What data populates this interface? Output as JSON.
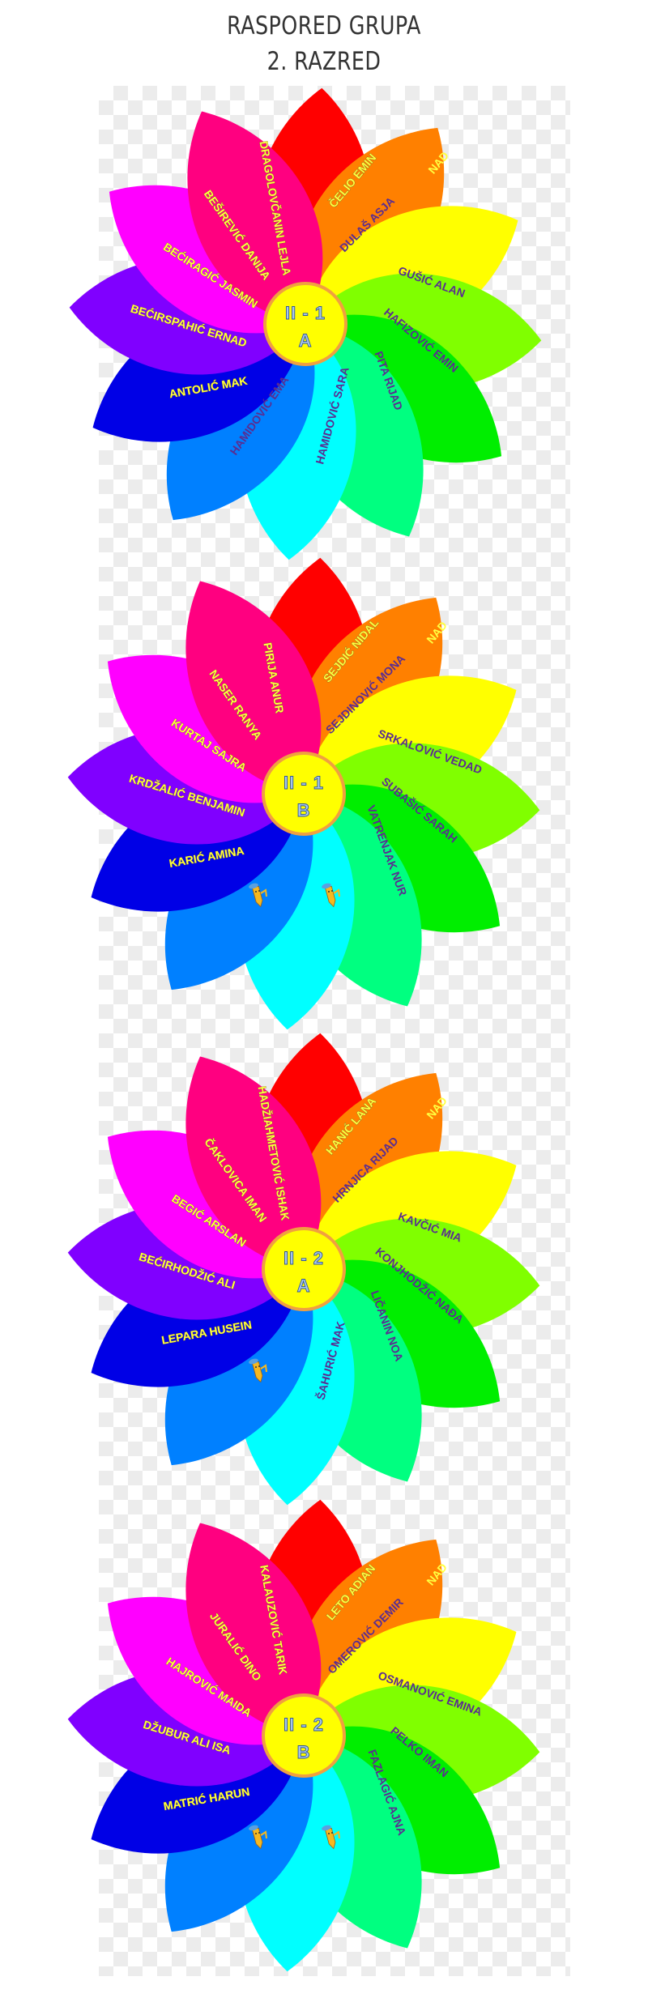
{
  "title": {
    "line1": "RASPORED GRUPA",
    "line2": "2. RAZRED"
  },
  "colors": {
    "petals": [
      "#ff0000",
      "#ff8000",
      "#ffff00",
      "#80ff00",
      "#00ee00",
      "#00ff80",
      "#00ffff",
      "#0080ff",
      "#0000e6",
      "#8000ff",
      "#ff00ff",
      "#ff0080"
    ],
    "text_light": "#ffff40",
    "text_dark": "#5a2d91",
    "circle_fill": "#ffff00",
    "circle_border": "#f0a040"
  },
  "ghost_text": "NAD",
  "flowers": [
    {
      "group": "II - 1",
      "section": "A",
      "petals": [
        "DRAGOLOVČANIN LEJLA",
        "ČELIO EMIN",
        "DULAŠ ASJA",
        "GUŠIĆ ALAN",
        "HAFIZOVIĆ EMIN",
        "PITA RIJAD",
        "HAMIDOVIĆ SARA",
        "HAMIDOVIĆ EMA",
        "ANTOLIĆ MAK",
        "BEĆIRSPAHIĆ ERNAD",
        "BEĆIRAGIĆ JASMIN",
        "BEŠIREVIĆ DANIJA"
      ]
    },
    {
      "group": "II - 1",
      "section": "B",
      "petals": [
        "PIRIJA ANUR",
        "SEJDIĆ NIDAL",
        "SEJDINOVIĆ MONA",
        "SRKALOVIĆ VEDAD",
        "SUBAŠIĆ SARAH",
        "VATRENJAK NUR",
        {
          "icon": "pencil-icon"
        },
        {
          "icon": "pencil-icon"
        },
        "KARIĆ AMINA",
        "KRDŽALIĆ BENJAMIN",
        "KURTAJ SAJRA",
        "NASER RANYA"
      ]
    },
    {
      "group": "II - 2",
      "section": "A",
      "petals": [
        "HADŽIAHMETOVIĆ ISHAK",
        "HANIĆ LANA",
        "HRNJICA RIJAD",
        "KAVČIĆ MIA",
        "KONJHODŽIĆ NAĐA",
        "LIČANIN NOA",
        "ŠAHURIĆ MAK",
        {
          "icon": "pencil-icon"
        },
        "LEPARA HUSEIN",
        "BEĆIRHODŽIĆ ALI",
        "BEGIĆ ARSLAN",
        "ČAKLOVICA IMAN"
      ]
    },
    {
      "group": "II - 2",
      "section": "B",
      "petals": [
        "KALAUZOVIĆ TARIK",
        "LETO ADIAN",
        "OMEROVIĆ DEMIR",
        "OSMANOVIĆ EMINA",
        "PELKO IMAN",
        "FAZLAGIĆ AJNA",
        {
          "icon": "pencil-icon"
        },
        {
          "icon": "pencil-icon"
        },
        "MATRIĆ HARUN",
        "DŽUBUR ALI ISA",
        "HAJROVIĆ MAIDA",
        "JURALIĆ DINO"
      ]
    }
  ]
}
